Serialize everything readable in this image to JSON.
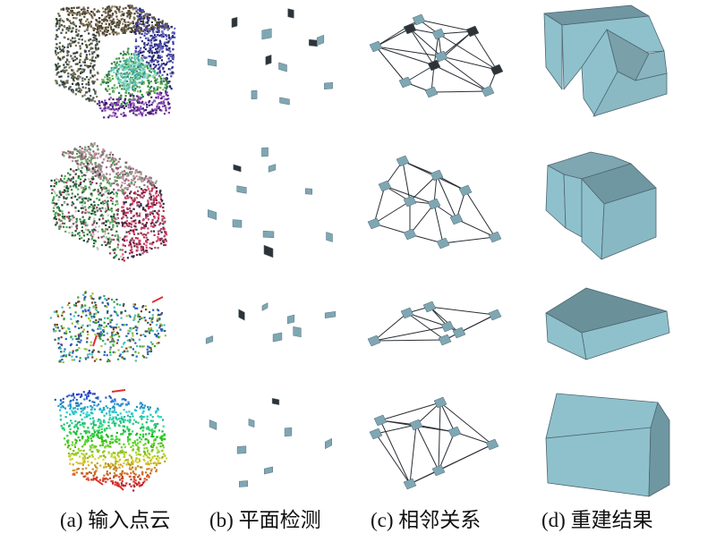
{
  "captions": {
    "a": "(a) 输入点云",
    "b": "(b) 平面检测",
    "c": "(c) 相邻关系",
    "d": "(d) 重建结果"
  },
  "colors": {
    "mesh_light": "#8fc1cc",
    "mesh_mid": "#7aa8b3",
    "mesh_dark": "#6a919b",
    "plane_fill": "#7fa7b3",
    "plane_dark": "#2e3338",
    "edge": "#2a2e33"
  }
}
